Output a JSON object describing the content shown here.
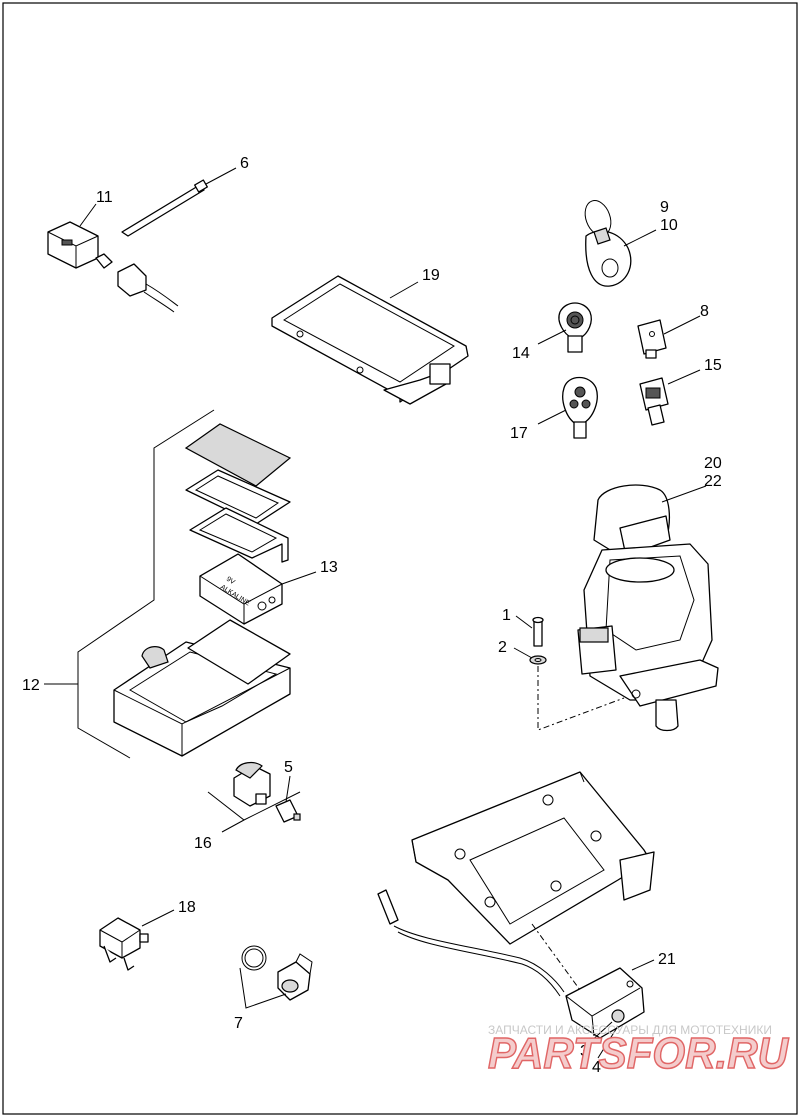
{
  "callouts": {
    "c1": "1",
    "c2": "2",
    "c3": "3",
    "c4": "4",
    "c5": "5",
    "c6": "6",
    "c7": "7",
    "c8": "8",
    "c9": "9",
    "c10": "10",
    "c11": "11",
    "c12": "12",
    "c13": "13",
    "c14": "14",
    "c15": "15",
    "c16": "16",
    "c17": "17",
    "c18": "18",
    "c19": "19",
    "c20": "20",
    "c21": "21",
    "c22": "22"
  },
  "battery_print": {
    "line1": "9V",
    "line2": "ALKALINE"
  },
  "watermark": {
    "tagline": "ЗАПЧАСТИ И АКСЕССУАРЫ ДЛЯ МОТОТЕХНИКИ",
    "brand": "PARTSFOR.RU",
    "brand_color": "#e06666"
  }
}
